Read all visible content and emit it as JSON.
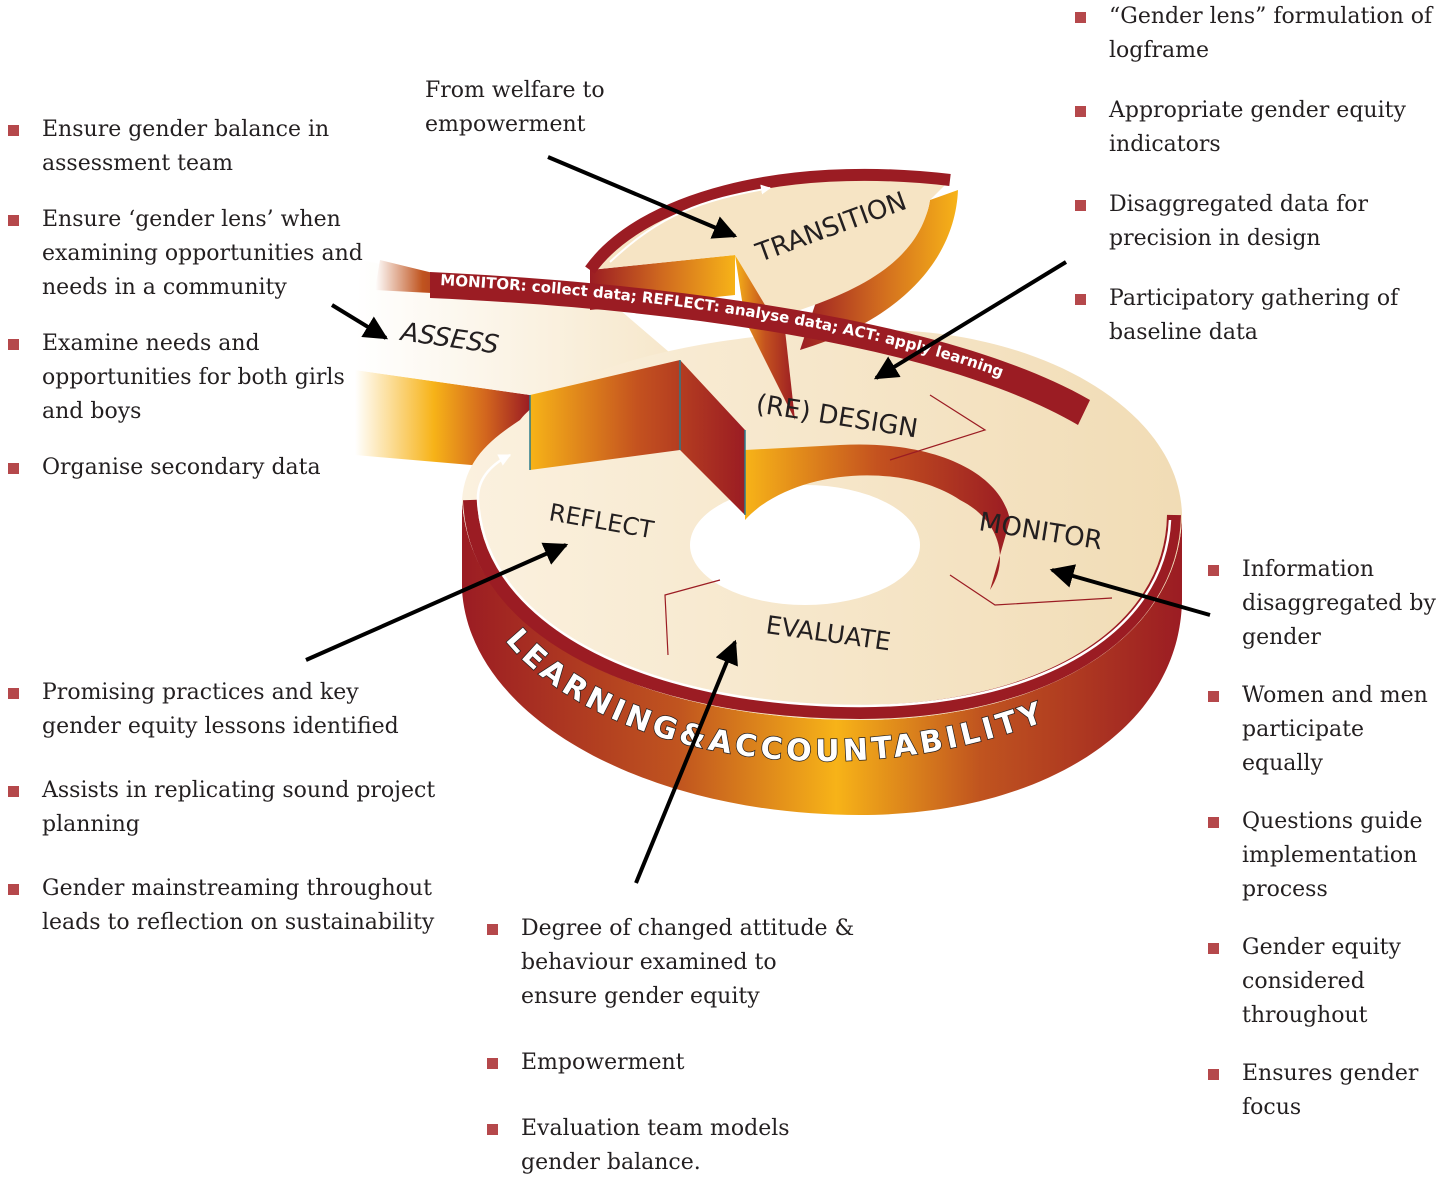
{
  "colors": {
    "bullet": "#b5484b",
    "maroon": "#9b1c23",
    "gold": "#f7b318",
    "cream": "#f4e2c2",
    "arrow": "#000000"
  },
  "wheel": {
    "stages": {
      "assess": "ASSESS",
      "transition": "TRANSITION",
      "redesign": "(RE) DESIGN",
      "monitor": "MONITOR",
      "evaluate": "EVALUATE",
      "reflect": "REFLECT"
    },
    "cycle_banner": "MONITOR: collect data; REFLECT: analyse data; ACT: apply learning",
    "rim_label": "LEARNING&ACCOUNTABILITY"
  },
  "transition_note": "From welfare to empowerment",
  "assess_points": [
    "Ensure gender balance in assessment team",
    "Ensure ‘gender lens’ when examining opportunities and needs in a community",
    "Examine needs and opportunities for both girls and boys",
    "Organise secondary data"
  ],
  "reflect_points": [
    "Promising practices and key gender equity lessons identified",
    "Assists in replicating sound project planning",
    "Gender mainstreaming throughout leads to reflection on sustainability"
  ],
  "design_points": [
    "“Gender lens” formulation of logframe",
    "Appropriate gender equity indicators",
    "Disaggregated data for precision in design",
    "Participatory gathering of baseline data"
  ],
  "monitor_points": [
    "Information disaggregated by gender",
    "Women and men participate equally",
    "Questions guide implementation process",
    "Gender equity considered throughout",
    "Ensures gender focus"
  ],
  "evaluate_points": [
    "Degree of changed attitude & behaviour examined to ensure gender equity",
    "Empowerment",
    "Evaluation team models gender balance."
  ]
}
